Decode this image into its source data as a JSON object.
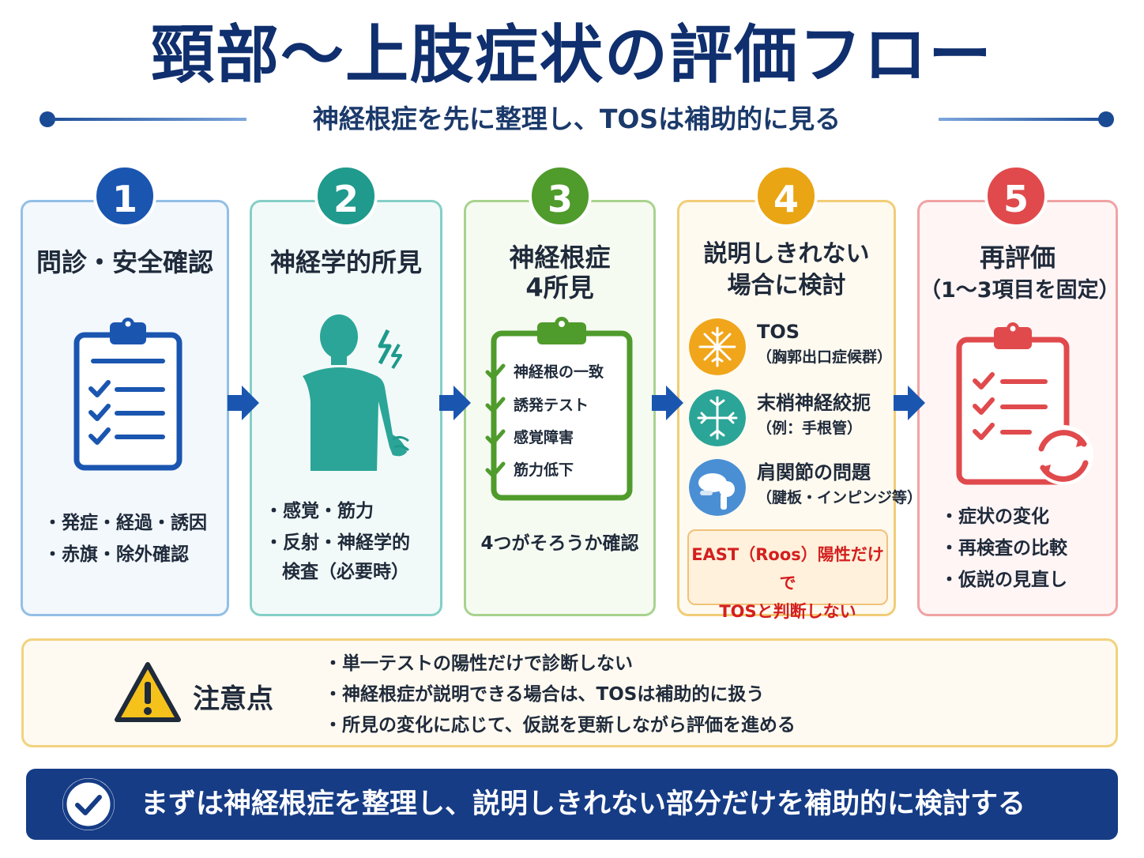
{
  "header": {
    "title": "頸部〜上肢症状の評価フロー",
    "subtitle": "神経根症を先に整理し、TOSは補助的に見る"
  },
  "steps": [
    {
      "number": "1",
      "heading": "問診・安全確認",
      "items": [
        "発症・経過・誘因",
        "赤旗・除外確認"
      ]
    },
    {
      "number": "2",
      "heading": "神経学的所見",
      "items": [
        "感覚・筋力",
        "反射・神経学的"
      ],
      "items_continuation": "検査（必要時）"
    },
    {
      "number": "3",
      "heading_lines": [
        "神経根症",
        "4所見"
      ],
      "checklist": [
        "神経根の一致",
        "誘発テスト",
        "感覚障害",
        "筋力低下"
      ],
      "note": "4つがそろうか確認"
    },
    {
      "number": "4",
      "heading_lines": [
        "説明しきれない",
        "場合に検討"
      ],
      "conditions": [
        {
          "title": "TOS",
          "sub": "（胸郭出口症候群）"
        },
        {
          "title": "末梢神経絞扼",
          "sub": "（例：手根管）"
        },
        {
          "title": "肩関節の問題",
          "sub": "（腱板・インピンジ等）"
        }
      ],
      "warning_lines": [
        "EAST（Roos）陽性だけで",
        "TOSと判断しない"
      ]
    },
    {
      "number": "5",
      "heading_lines": [
        "再評価",
        "（1〜3項目を固定）"
      ],
      "items": [
        "症状の変化",
        "再検査の比較",
        "仮説の見直し"
      ]
    }
  ],
  "notes": {
    "label": "注意点",
    "items": [
      "単一テストの陽性だけで診断しない",
      "神経根症が説明できる場合は、TOSは補助的に扱う",
      "所見の変化に応じて、仮説を更新しながら評価を進める"
    ]
  },
  "footer": {
    "text": "まずは神経根症を整理し、説明しきれない部分だけを補助的に検討する"
  },
  "colors": {
    "step1": "#1a56b0",
    "step2": "#1f9a8c",
    "step3": "#4f9b2c",
    "step4": "#e9a514",
    "step5": "#e04a4c",
    "title": "#0f2f6e",
    "footer": "#163c86",
    "warning_text": "#d41f1f"
  },
  "icons": [
    "clipboard-checklist-icon",
    "person-pain-icon",
    "clipboard-check-icon",
    "nerve-icon",
    "nerve-branch-icon",
    "shoulder-joint-icon",
    "clipboard-refresh-icon",
    "warning-triangle-icon",
    "check-circle-icon",
    "right-arrow-icon"
  ]
}
